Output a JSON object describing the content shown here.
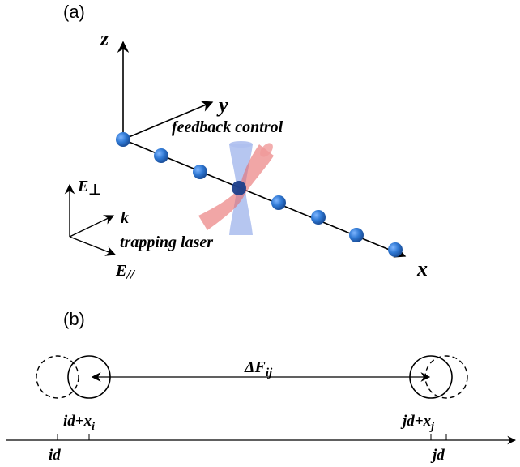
{
  "panel_a": {
    "label": "(a)",
    "axes": {
      "z": "z",
      "y": "y",
      "x": "x"
    },
    "feedback_label": "feedback control",
    "trapping_label": "trapping laser",
    "field": {
      "e_perp_base": "E",
      "e_perp_sub": "⊥",
      "k": "k",
      "e_par_base": "E",
      "e_par_sub": "//"
    },
    "colors": {
      "ion": "#2f78d3",
      "beam_red": "#e86a6a",
      "beam_blue": "#8fa8e8"
    }
  },
  "panel_b": {
    "label": "(b)",
    "force_base": "ΔF",
    "force_sub": "ij",
    "left_pos_base": "id+x",
    "left_pos_sub": "i",
    "right_pos_base": "jd+x",
    "right_pos_sub": "j",
    "left_tick": "id",
    "right_tick": "jd"
  }
}
